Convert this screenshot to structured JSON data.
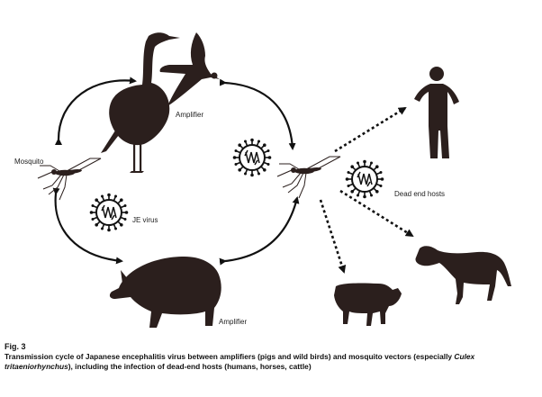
{
  "labels": {
    "amplifier_birds": "Amplifier",
    "mosquito": "Mosquito",
    "je_virus": "JE virus",
    "amplifier_pig": "Amplifier",
    "dead_end_hosts": "Dead end hosts"
  },
  "caption": {
    "figure_number": "Fig. 3",
    "text_part1": "Transmission cycle of Japanese encephalitis virus between amplifiers (pigs and wild birds) and mosquito vectors (especially ",
    "species": "Culex tritaeniorhynchus",
    "text_part2": "), including the infection of dead-end hosts (humans, horses, cattle)"
  },
  "colors": {
    "silhouette": "#2b1f1d",
    "arrow": "#111111",
    "text": "#222222"
  },
  "icons": [
    "heron-icon",
    "flying-bird-icon",
    "mosquito-icon",
    "virus-icon",
    "pig-icon",
    "human-icon",
    "horse-icon",
    "cow-icon"
  ]
}
